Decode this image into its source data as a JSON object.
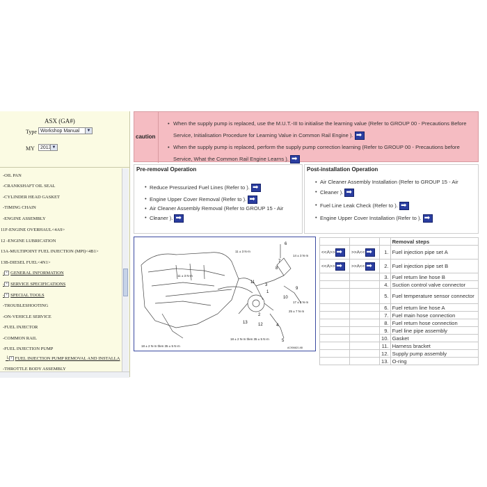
{
  "sidebar": {
    "model": "ASX (GA#)",
    "type_label": "Type",
    "type_value": "Workshop Manual",
    "my_label": "MY",
    "my_value": "2013",
    "tree": [
      {
        "label": "OIL PAN",
        "underline": false,
        "plus": false
      },
      {
        "label": "CRANKSHAFT OIL SEAL",
        "underline": false,
        "plus": false
      },
      {
        "label": "CYLINDER HEAD GASKET",
        "underline": false,
        "plus": false
      },
      {
        "label": "TIMING CHAIN",
        "underline": false,
        "plus": false
      },
      {
        "label": "ENGINE ASSEMBLY",
        "underline": false,
        "plus": false
      },
      {
        "label": "11F-ENGINE OVERHAUL<4A9>",
        "underline": false,
        "plus": false
      },
      {
        "label": "12 -ENGINE LUBRICATION",
        "underline": false,
        "plus": false
      },
      {
        "label": "13A-MULTIPOINT FUEL INJECTION (MPI)<4B1>",
        "underline": false,
        "plus": false
      },
      {
        "label": "13B-DIESEL FUEL<4N1>",
        "underline": false,
        "plus": false
      },
      {
        "label": "GENERAL INFORMATION",
        "underline": true,
        "plus": true
      },
      {
        "label": "SERVICE SPECIFICATIONS",
        "underline": true,
        "plus": true
      },
      {
        "label": "SPECIAL TOOLS",
        "underline": true,
        "plus": true
      },
      {
        "label": "TROUBLESHOOTING",
        "underline": false,
        "plus": false
      },
      {
        "label": "ON-VEHICLE SERVICE",
        "underline": false,
        "plus": false
      },
      {
        "label": "FUEL INJECTOR",
        "underline": false,
        "plus": false
      },
      {
        "label": "COMMON RAIL",
        "underline": false,
        "plus": false
      },
      {
        "label": "FUEL INJECTION PUMP",
        "underline": false,
        "plus": false
      },
      {
        "label": "FUEL INJECTION PUMP REMOVAL AND INSTALLA",
        "underline": true,
        "plus": true
      },
      {
        "label": "THROTTLE BODY ASSEMBLY",
        "underline": false,
        "plus": false
      }
    ]
  },
  "caution": {
    "label": "caution",
    "items": [
      "When the supply pump is replaced, use the M.U.T.-III to initialise the learning value (Refer to GROUP 00 - Precautions Before Service, Initialisation Procedure for Learning Value in Common Rail Engine ).",
      "When the supply pump is replaced, perform the supply pump correction learning (Refer to GROUP 00 - Precautions before Service, What the Common Rail Engine Learns )."
    ]
  },
  "pre_removal": {
    "title": "Pre-removal Operation",
    "items": [
      "Reduce Pressurized Fuel Lines (Refer to ).",
      "Engine Upper Cover Removal (Refer to ).",
      "Air Cleaner Assembly Removal (Refer to GROUP 15 - Air",
      "Cleaner )."
    ]
  },
  "post_install": {
    "title": "Post-installation Operation",
    "items": [
      "Air Cleaner Assembly Installation (Refer to GROUP 15 - Air",
      "Cleaner ).",
      "Fuel Line Leak Check (Refer to ).",
      "Engine Upper Cover Installation (Refer to )."
    ]
  },
  "diagram": {
    "torques": [
      "11 ± 3 N·m",
      "11 ± 3 N·m",
      "14 ± 3 N·m",
      "17 ± 2 N·m",
      "25 ± 7 N·m",
      "18 ± 2 N·m then 35 ± 5 N·m",
      "18 ± 2 N·m then 35 ± 5 N·m"
    ],
    "callouts": [
      "1",
      "2",
      "3",
      "4",
      "5",
      "6",
      "7",
      "8",
      "9",
      "10",
      "11",
      "12",
      "13"
    ],
    "code": "AC906621 AB"
  },
  "steps": {
    "header": "Removal steps",
    "nav_prev": "<<A>>",
    "nav_next": ">>A<<",
    "rows": [
      {
        "num": "1.",
        "name": "Fuel injection pipe set A"
      },
      {
        "num": "2.",
        "name": "Fuel injection pipe set B"
      },
      {
        "num": "3.",
        "name": "Fuel return line hose B"
      },
      {
        "num": "4.",
        "name": "Suction control valve connector"
      },
      {
        "num": "5.",
        "name": "Fuel temperature sensor connector"
      },
      {
        "num": "6.",
        "name": "Fuel return line hose A"
      },
      {
        "num": "7.",
        "name": "Fuel main hose connection"
      },
      {
        "num": "8.",
        "name": "Fuel return hose connection"
      },
      {
        "num": "9.",
        "name": "Fuel line pipe assembly"
      },
      {
        "num": "10.",
        "name": "Gasket"
      },
      {
        "num": "11.",
        "name": "Harness bracket"
      },
      {
        "num": "12.",
        "name": "Supply pump assembly"
      },
      {
        "num": "13.",
        "name": "O-ring"
      }
    ]
  }
}
